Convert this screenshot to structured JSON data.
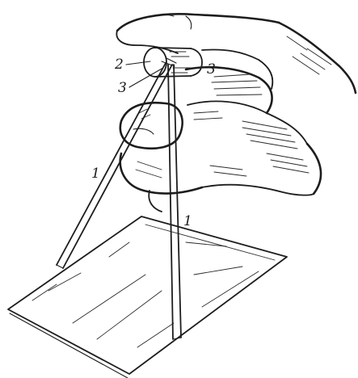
{
  "figure": {
    "labels": [
      {
        "id": "needle-left",
        "text": "1"
      },
      {
        "id": "needle-right",
        "text": "1"
      },
      {
        "id": "cork",
        "text": "2"
      },
      {
        "id": "joint-left",
        "text": "3"
      },
      {
        "id": "joint-right",
        "text": "3"
      }
    ]
  }
}
